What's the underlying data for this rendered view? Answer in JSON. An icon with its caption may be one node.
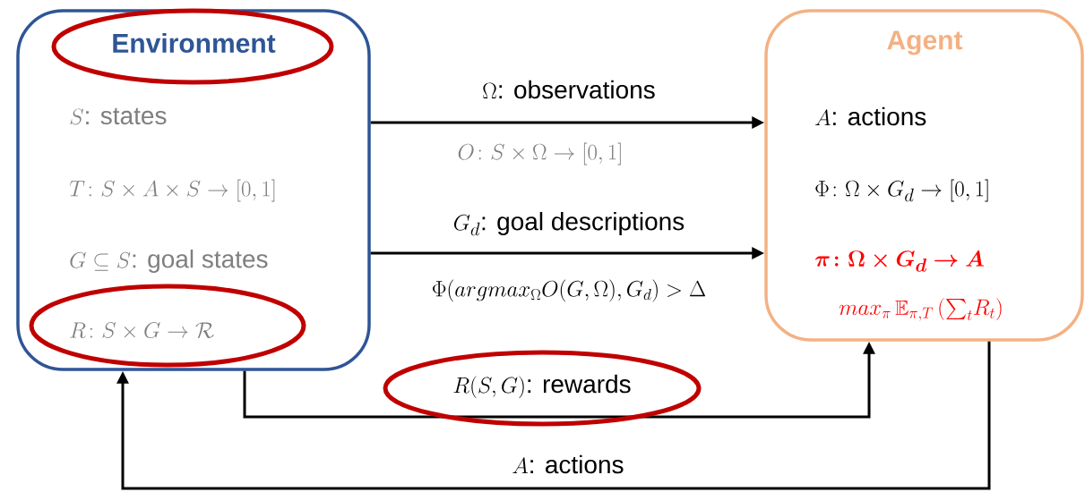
{
  "diagram": {
    "nodes": [
      {
        "text": [
          "Environment",
          "S\\text{: states}",
          "T\\colon S\\times A\\times S \\to [0,1]",
          "G \\subseteq S\\text{: goal states}",
          "R\\colon S\\times G \\to \\mathcal{R}"
        ]
      },
      {
        "text": [
          "Agent",
          "A\\text{: actions}",
          "\\Phi\\colon \\Omega\\times G_d \\to [0,1]",
          "\\boldsymbol{\\pi\\colon \\Omega\\times G_d \\to A}",
          "max_\\pi\\, \\mathbb{E}_{\\pi,T}\\, ({\\textstyle\\sum_t} R_t)"
        ]
      }
    ],
    "edges": [
      {
        "from": 0,
        "to": 1,
        "arrow": "to",
        "label": "\\Omega\\text{: observations}"
      },
      {
        "from": 0,
        "to": 1,
        "arrow": "to",
        "label": "G_d\\text{: goal descriptions}"
      },
      {
        "from": 0,
        "to": 1,
        "arrow": "to",
        "label": "R(S,G)\\text{: rewards}"
      },
      {
        "from": 1,
        "to": 0,
        "arrow": "to",
        "label": "A\\text{: actions}"
      }
    ],
    "labels": [
      "O\\colon S\\times\\Omega \\to [0,1]",
      "\\Phi(argmax_\\Omega O(G,\\Omega), G_d) > \\Delta"
    ]
  }
}
